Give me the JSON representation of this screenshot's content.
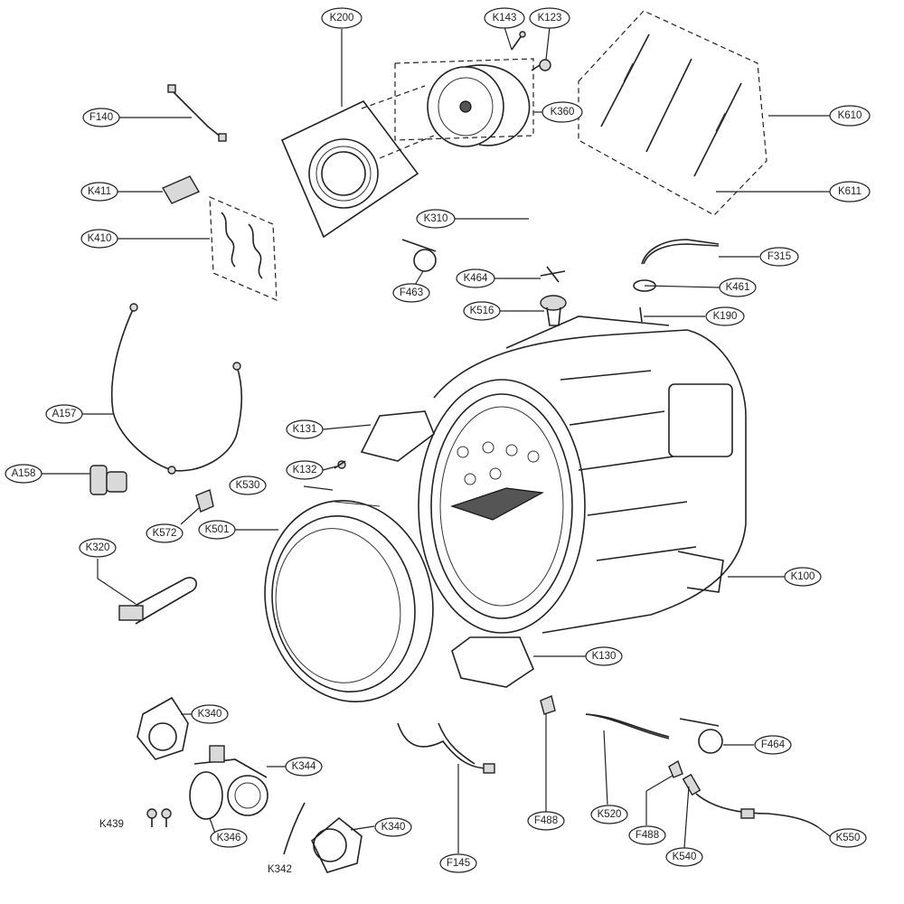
{
  "labels": {
    "K200": "K200",
    "K143": "K143",
    "K123": "K123",
    "K360": "K360",
    "K610": "K610",
    "K611": "K611",
    "F140": "F140",
    "K411": "K411",
    "K410": "K410",
    "K310": "K310",
    "F463": "F463",
    "F315": "F315",
    "K464": "K464",
    "K461": "K461",
    "K516": "K516",
    "K190": "K190",
    "A157": "A157",
    "K131": "K131",
    "A158": "A158",
    "K132": "K132",
    "K530": "K530",
    "K572": "K572",
    "K501": "K501",
    "K320": "K320",
    "K100": "K100",
    "K130": "K130",
    "K340a": "K340",
    "K344": "K344",
    "K346": "K346",
    "K439": "K439",
    "K342": "K342",
    "K340b": "K340",
    "F145": "F145",
    "F488a": "F488",
    "K520": "K520",
    "F488b": "F488",
    "K540": "K540",
    "F464": "F464",
    "K550": "K550"
  }
}
